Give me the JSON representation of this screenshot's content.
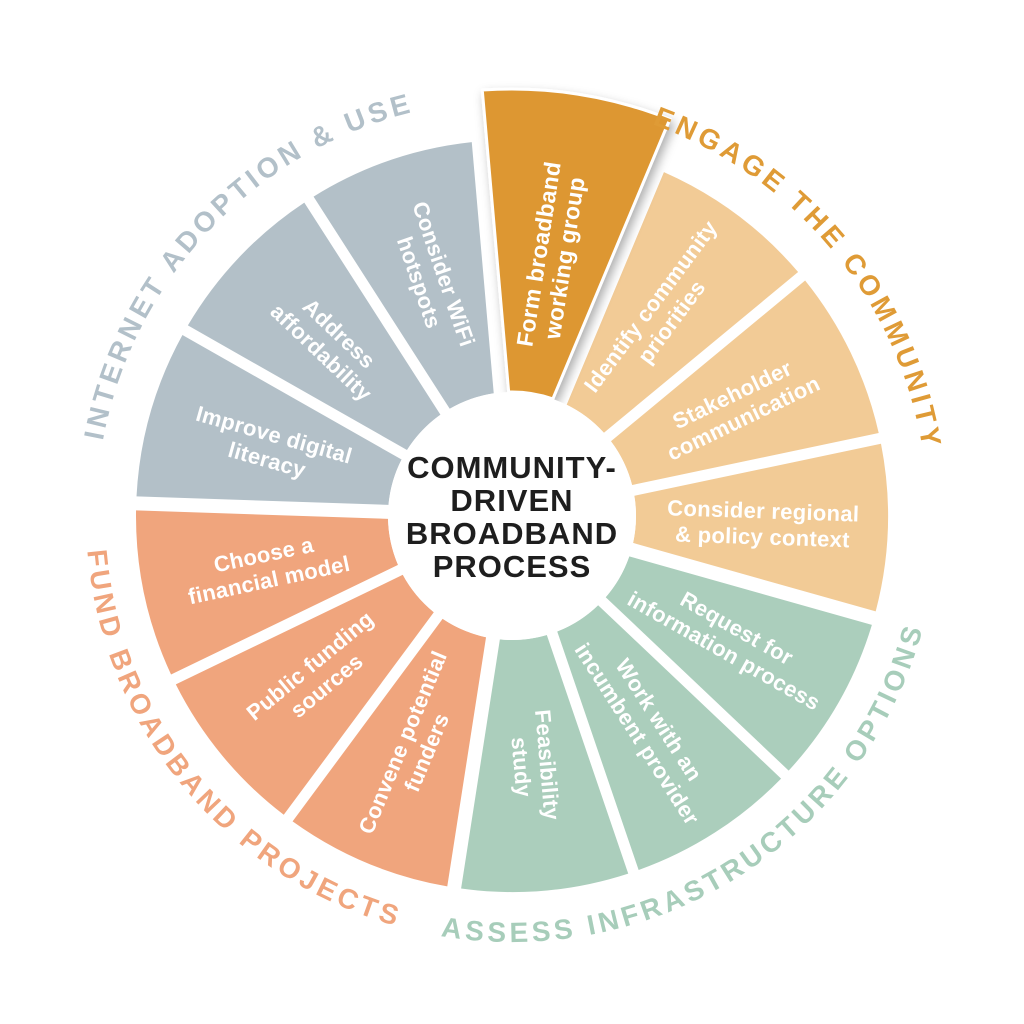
{
  "center": {
    "title": "COMMUNITY-DRIVEN BROADBAND PROCESS",
    "lines": [
      "COMMUNITY-",
      "DRIVEN",
      "BROADBAND",
      "PROCESS"
    ],
    "text_color": "#1e1e1e",
    "bg_color": "#ffffff"
  },
  "groups": [
    {
      "label": "ENGAGE THE COMMUNITY",
      "label_color": "#df9b36",
      "segment_color": "#f2cb96",
      "segment_text_color": "#ffffff",
      "segments": [
        {
          "label": "Form broadband working group",
          "lines": [
            "Form broadband",
            "working group"
          ],
          "highlighted": true,
          "color": "#dd9733"
        },
        {
          "label": "Identify community priorities",
          "lines": [
            "Identify community",
            "priorities"
          ]
        },
        {
          "label": "Stakeholder communication",
          "lines": [
            "Stakeholder",
            "communication"
          ]
        },
        {
          "label": "Consider regional & policy context",
          "lines": [
            "Consider regional",
            "& policy context"
          ]
        }
      ]
    },
    {
      "label": "ASSESS INFRASTRUCTURE OPTIONS",
      "label_color": "#a7cdba",
      "segment_color": "#abcebc",
      "segment_text_color": "#ffffff",
      "segments": [
        {
          "label": "Request for information process",
          "lines": [
            "Request for",
            "information process"
          ]
        },
        {
          "label": "Work with an incumbent provider",
          "lines": [
            "Work with an",
            "incumbent provider"
          ]
        },
        {
          "label": "Feasibility study",
          "lines": [
            "Feasibility",
            "study"
          ]
        }
      ]
    },
    {
      "label": "FUND BROADBAND PROJECTS",
      "label_color": "#f0a57d",
      "segment_color": "#f0a57d",
      "segment_text_color": "#ffffff",
      "segments": [
        {
          "label": "Convene potential funders",
          "lines": [
            "Convene potential",
            "funders"
          ]
        },
        {
          "label": "Public funding sources",
          "lines": [
            "Public funding",
            "sources"
          ]
        },
        {
          "label": "Choose a financial model",
          "lines": [
            "Choose a",
            "financial model"
          ]
        }
      ]
    },
    {
      "label": "INTERNET ADOPTION & USE",
      "label_color": "#b2c0c9",
      "segment_color": "#b3c0c8",
      "segment_text_color": "#ffffff",
      "segments": [
        {
          "label": "Improve digital literacy",
          "lines": [
            "Improve digital",
            "literacy"
          ]
        },
        {
          "label": "Address affordability",
          "lines": [
            "Address",
            "affordability"
          ]
        },
        {
          "label": "Consider WiFi hotspots",
          "lines": [
            "Consider WiFi",
            "hotspots"
          ]
        }
      ]
    }
  ]
}
